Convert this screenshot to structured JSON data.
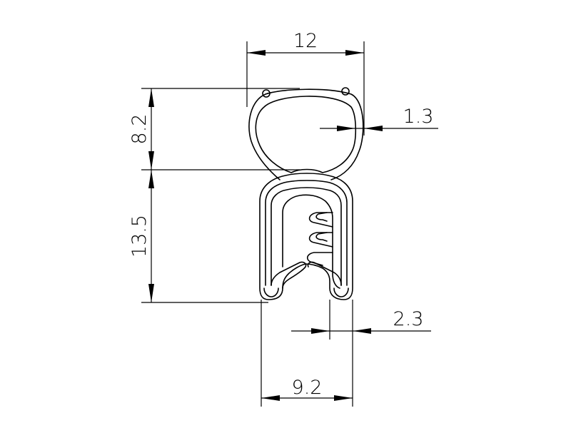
{
  "dimensions": {
    "top_width": "12",
    "bulb_height": "8.2",
    "wall_thickness": "1.3",
    "clip_height": "13.5",
    "lip_thickness": "2.3",
    "base_width": "9.2"
  },
  "colors": {
    "background": "#ffffff",
    "line": "#000000"
  }
}
